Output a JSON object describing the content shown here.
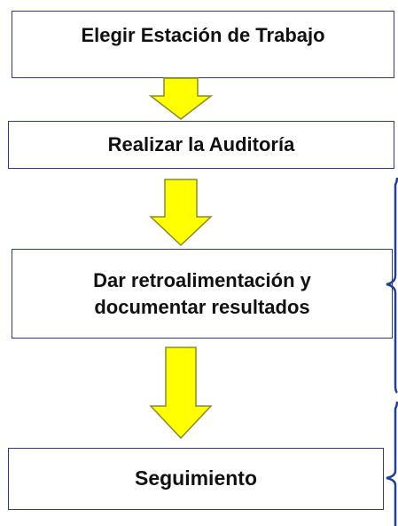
{
  "steps": [
    {
      "label": "Elegir Estación de Trabajo"
    },
    {
      "label": "Realizar la Auditoría"
    },
    {
      "label": "Dar retroalimentación y\ndocumentar resultados"
    },
    {
      "label": "Seguimiento"
    }
  ],
  "colors": {
    "arrow_fill": "#ffff00",
    "arrow_stroke": "#8a8a2a",
    "box_border": "#2b3a8c",
    "brace": "#1f3f9a"
  }
}
